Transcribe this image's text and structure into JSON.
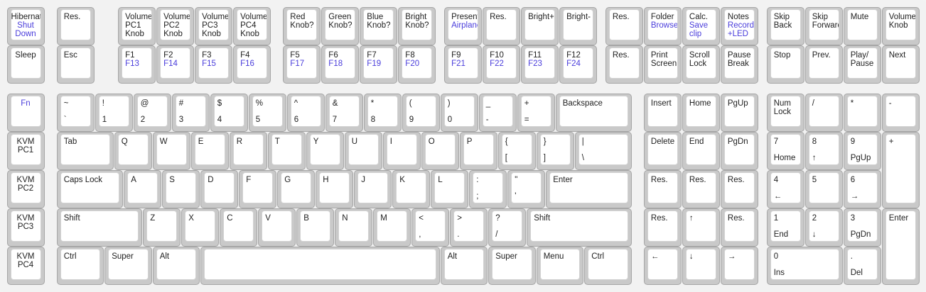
{
  "keyboard": {
    "rows": [
      [
        {
          "l": [
            "Hibernate"
          ],
          "s": [
            "Shut",
            "Down"
          ]
        },
        {
          "l": [
            "Res."
          ]
        },
        {
          "l": [
            "Volume",
            "PC1",
            "Knob"
          ]
        },
        {
          "l": [
            "Volume",
            "PC2",
            "Knob"
          ]
        },
        {
          "l": [
            "Volume",
            "PC3",
            "Knob"
          ]
        },
        {
          "l": [
            "Volume",
            "PC4",
            "Knob"
          ]
        },
        {
          "l": [
            "Red",
            "Knob?"
          ]
        },
        {
          "l": [
            "Green",
            "Knob?"
          ]
        },
        {
          "l": [
            "Blue",
            "Knob?"
          ]
        },
        {
          "l": [
            "Bright",
            "Knob?"
          ]
        },
        {
          "l": [
            "Present"
          ],
          "s": [
            "Airplane"
          ]
        },
        {
          "l": [
            "Res."
          ]
        },
        {
          "l": [
            "Bright+"
          ]
        },
        {
          "l": [
            "Bright-"
          ]
        },
        {
          "l": [
            "Res."
          ]
        },
        {
          "l": [
            "Folder"
          ],
          "s": [
            "Browser"
          ]
        },
        {
          "l": [
            "Calc."
          ],
          "s": [
            "Save",
            "clip"
          ]
        },
        {
          "l": [
            "Notes"
          ],
          "s": [
            "Record",
            "+LED"
          ]
        },
        {
          "l": [
            "Skip",
            "Back"
          ]
        },
        {
          "l": [
            "Skip",
            "Forward"
          ]
        },
        {
          "l": [
            "Mute"
          ]
        },
        {
          "l": [
            "Volume",
            "Knob"
          ]
        }
      ],
      [
        {
          "l": [
            "Sleep"
          ]
        },
        {
          "l": [
            "Esc"
          ]
        },
        {
          "l": [
            "F1"
          ],
          "s": [
            "F13"
          ]
        },
        {
          "l": [
            "F2"
          ],
          "s": [
            "F14"
          ]
        },
        {
          "l": [
            "F3"
          ],
          "s": [
            "F15"
          ]
        },
        {
          "l": [
            "F4"
          ],
          "s": [
            "F16"
          ]
        },
        {
          "l": [
            "F5"
          ],
          "s": [
            "F17"
          ]
        },
        {
          "l": [
            "F6"
          ],
          "s": [
            "F18"
          ]
        },
        {
          "l": [
            "F7"
          ],
          "s": [
            "F19"
          ]
        },
        {
          "l": [
            "F8"
          ],
          "s": [
            "F20"
          ]
        },
        {
          "l": [
            "F9"
          ],
          "s": [
            "F21"
          ]
        },
        {
          "l": [
            "F10"
          ],
          "s": [
            "F22"
          ]
        },
        {
          "l": [
            "F11"
          ],
          "s": [
            "F23"
          ]
        },
        {
          "l": [
            "F12"
          ],
          "s": [
            "F24"
          ]
        },
        {
          "l": [
            "Res."
          ]
        },
        {
          "l": [
            "Print",
            "Screen"
          ]
        },
        {
          "l": [
            "Scroll",
            "Lock"
          ]
        },
        {
          "l": [
            "Pause",
            "Break"
          ]
        },
        {
          "l": [
            "Stop"
          ]
        },
        {
          "l": [
            "Prev."
          ]
        },
        {
          "l": [
            "Play/",
            "Pause"
          ]
        },
        {
          "l": [
            "Next"
          ]
        }
      ],
      [
        {
          "s": [
            "Fn"
          ]
        },
        {
          "l": [
            "~"
          ],
          "b": "`"
        },
        {
          "l": [
            "!"
          ],
          "b": "1"
        },
        {
          "l": [
            "@"
          ],
          "b": "2"
        },
        {
          "l": [
            "#"
          ],
          "b": "3"
        },
        {
          "l": [
            "$"
          ],
          "b": "4"
        },
        {
          "l": [
            "%"
          ],
          "b": "5"
        },
        {
          "l": [
            "^"
          ],
          "b": "6"
        },
        {
          "l": [
            "&"
          ],
          "b": "7"
        },
        {
          "l": [
            "*"
          ],
          "b": "8"
        },
        {
          "l": [
            "("
          ],
          "b": "9"
        },
        {
          "l": [
            ")"
          ],
          "b": "0"
        },
        {
          "l": [
            "_"
          ],
          "b": "-"
        },
        {
          "l": [
            "+"
          ],
          "b": "="
        },
        {
          "l": [
            "Backspace"
          ]
        },
        {
          "l": [
            "Insert"
          ]
        },
        {
          "l": [
            "Home"
          ]
        },
        {
          "l": [
            "PgUp"
          ]
        },
        {
          "l": [
            "Num",
            "Lock"
          ]
        },
        {
          "l": [
            "/"
          ]
        },
        {
          "l": [
            "*"
          ]
        },
        {
          "l": [
            "-"
          ]
        }
      ],
      [
        {
          "l": [
            "KVM",
            "PC1"
          ]
        },
        {
          "l": [
            "Tab"
          ]
        },
        {
          "l": [
            "Q"
          ]
        },
        {
          "l": [
            "W"
          ]
        },
        {
          "l": [
            "E"
          ]
        },
        {
          "l": [
            "R"
          ]
        },
        {
          "l": [
            "T"
          ]
        },
        {
          "l": [
            "Y"
          ]
        },
        {
          "l": [
            "U"
          ]
        },
        {
          "l": [
            "I"
          ]
        },
        {
          "l": [
            "O"
          ]
        },
        {
          "l": [
            "P"
          ]
        },
        {
          "l": [
            "{"
          ],
          "b": "["
        },
        {
          "l": [
            "}"
          ],
          "b": "]"
        },
        {
          "l": [
            "|"
          ],
          "b": "\\"
        },
        {
          "l": [
            "Delete"
          ]
        },
        {
          "l": [
            "End"
          ]
        },
        {
          "l": [
            "PgDn"
          ]
        },
        {
          "l": [
            "7"
          ],
          "b": "Home"
        },
        {
          "l": [
            "8"
          ],
          "b": "↑"
        },
        {
          "l": [
            "9"
          ],
          "b": "PgUp"
        },
        {
          "l": [
            "+"
          ]
        }
      ],
      [
        {
          "l": [
            "KVM",
            "PC2"
          ]
        },
        {
          "l": [
            "Caps Lock"
          ]
        },
        {
          "l": [
            "A"
          ]
        },
        {
          "l": [
            "S"
          ]
        },
        {
          "l": [
            "D"
          ]
        },
        {
          "l": [
            "F"
          ]
        },
        {
          "l": [
            "G"
          ]
        },
        {
          "l": [
            "H"
          ]
        },
        {
          "l": [
            "J"
          ]
        },
        {
          "l": [
            "K"
          ]
        },
        {
          "l": [
            "L"
          ]
        },
        {
          "l": [
            ":"
          ],
          "b": ";"
        },
        {
          "l": [
            "\""
          ],
          "b": "'"
        },
        {
          "l": [
            "Enter"
          ]
        },
        {
          "l": [
            "Res."
          ]
        },
        {
          "l": [
            "Res."
          ]
        },
        {
          "l": [
            "Res."
          ]
        },
        {
          "l": [
            "4"
          ],
          "b": "←"
        },
        {
          "l": [
            "5"
          ]
        },
        {
          "l": [
            "6"
          ],
          "b": "→"
        }
      ],
      [
        {
          "l": [
            "KVM",
            "PC3"
          ]
        },
        {
          "l": [
            "Shift"
          ]
        },
        {
          "l": [
            "Z"
          ]
        },
        {
          "l": [
            "X"
          ]
        },
        {
          "l": [
            "C"
          ]
        },
        {
          "l": [
            "V"
          ]
        },
        {
          "l": [
            "B"
          ]
        },
        {
          "l": [
            "N"
          ]
        },
        {
          "l": [
            "M"
          ]
        },
        {
          "l": [
            "<"
          ],
          "b": ","
        },
        {
          "l": [
            ">"
          ],
          "b": "."
        },
        {
          "l": [
            "?"
          ],
          "b": "/"
        },
        {
          "l": [
            "Shift"
          ]
        },
        {
          "l": [
            "Res."
          ]
        },
        {
          "l": [
            "↑"
          ]
        },
        {
          "l": [
            "Res."
          ]
        },
        {
          "l": [
            "1"
          ],
          "b": "End"
        },
        {
          "l": [
            "2"
          ],
          "b": "↓"
        },
        {
          "l": [
            "3"
          ],
          "b": "PgDn"
        },
        {
          "l": [
            "Enter"
          ]
        }
      ],
      [
        {
          "l": [
            "KVM",
            "PC4"
          ]
        },
        {
          "l": [
            "Ctrl"
          ]
        },
        {
          "l": [
            "Super"
          ]
        },
        {
          "l": [
            "Alt"
          ]
        },
        {
          "l": [
            ""
          ]
        },
        {
          "l": [
            "Alt"
          ]
        },
        {
          "l": [
            "Super"
          ]
        },
        {
          "l": [
            "Menu"
          ]
        },
        {
          "l": [
            "Ctrl"
          ]
        },
        {
          "l": [
            "←"
          ]
        },
        {
          "l": [
            "↓"
          ]
        },
        {
          "l": [
            "→"
          ]
        },
        {
          "l": [
            "0"
          ],
          "b": "Ins"
        },
        {
          "l": [
            "."
          ],
          "b": "Del"
        }
      ]
    ]
  }
}
